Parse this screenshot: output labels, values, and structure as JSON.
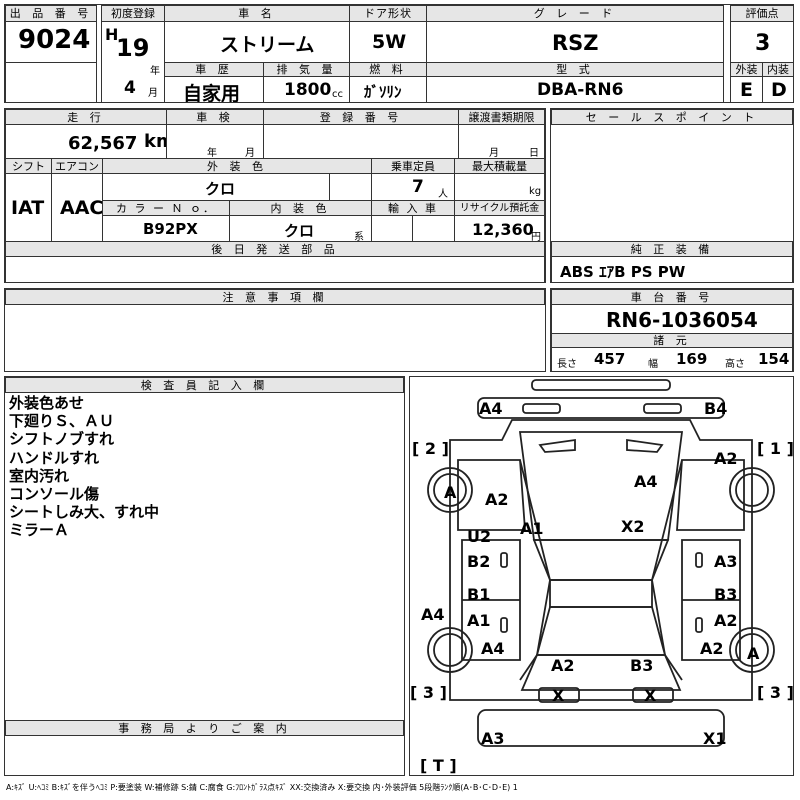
{
  "top": {
    "lot_label": "出 品 番 号",
    "lot_number": "9024",
    "first_reg_label": "初度登録",
    "era": "H",
    "year": "19",
    "year_unit": "年",
    "month": "4",
    "month_unit": "月",
    "name_label": "車 名",
    "name": "ストリーム",
    "door_label": "ドア形状",
    "door": "5W",
    "grade_label": "グ レ ー ド",
    "grade": "RSZ",
    "score_label": "評価点",
    "score": "3",
    "history_label": "車 歴",
    "history": "自家用",
    "displacement_label": "排 気 量",
    "displacement": "1800",
    "displacement_unit": "cc",
    "fuel_label": "燃 料",
    "fuel": "ｶﾞｿﾘﾝ",
    "model_label": "型 式",
    "model": "DBA-RN6",
    "ext_label": "外装",
    "ext_grade": "E",
    "int_label": "内装",
    "int_grade": "D"
  },
  "mid": {
    "mileage_label": "走 行",
    "mileage": "62,567",
    "mileage_unit": "km",
    "inspection_label": "車 検",
    "insp_year_unit": "年",
    "insp_month_unit": "月",
    "regno_label": "登 録 番 号",
    "transfer_label": "譲渡書類期限",
    "transfer_month_unit": "月",
    "transfer_day_unit": "日",
    "shift_label": "シフト",
    "shift": "IAT",
    "ac_label": "エアコン",
    "ac": "AAC",
    "ext_color_label": "外 装 色",
    "ext_color": "クロ",
    "capacity_label": "乗車定員",
    "capacity": "7",
    "capacity_unit": "人",
    "load_label": "最大積載量",
    "load_unit": "kg",
    "color_no_label": "カ ラ ー Ｎ ｏ．",
    "color_no": "B92PX",
    "int_color_label": "内 装 色",
    "int_color": "クロ",
    "int_color_unit": "系",
    "import_label": "輸 入 車",
    "recycle_label": "リサイクル預託金",
    "recycle": "12,360",
    "recycle_unit": "円",
    "shipping_label": "後 日 発 送 部 品"
  },
  "right": {
    "sales_label": "セ ー ル ス ポ イ ン ト",
    "equip_label": "純 正 装 備",
    "equip": "ABS ｴｱB PS PW",
    "chassis_label": "車 台 番 号",
    "chassis": "RN6-1036054",
    "dims_label": "諸 元",
    "length_label": "長さ",
    "length": "457",
    "width_label": "幅",
    "width": "169",
    "height_label": "高さ",
    "height": "154"
  },
  "caution_label": "注 意 事 項 欄",
  "inspector": {
    "label": "検 査 員 記 入 欄",
    "lines": [
      "外装色あせ",
      "下廻りＳ、ＡＵ",
      "シフトノブすれ",
      "ハンドルすれ",
      "室内汚れ",
      "コンソール傷",
      "シートしみ大、すれ中",
      "ミラーＡ"
    ]
  },
  "office_label": "事 務 局 よ り ご 案 内",
  "legend": "A:ｷｽﾞ U:ﾍｺﾐ B:ｷｽﾞを伴うﾍｺﾐ P:要塗装 W:補修跡 S:錆 C:腐食 G:ﾌﾛﾝﾄｶﾞﾗｽ点ｷｽﾞ XX:交換済み X:要交換 内･外装評価 5段階ﾗﾝｸ順(A･B･C･D･E) 1",
  "diagram": {
    "tires": {
      "t1": "[ 1 ]",
      "t2": "[ 2 ]",
      "t3l": "[ 3 ]",
      "t3r": "[ 3 ]",
      "t": "[ T ]"
    },
    "marks": {
      "a4_tl": "A4",
      "b4_tr": "B4",
      "a2_fr": "A2",
      "a_fl": "A",
      "a2_fl": "A2",
      "a4_hood": "A4",
      "a1_pillar": "A1",
      "x2": "X2",
      "u2": "U2",
      "b2": "B2",
      "a3_rdoor": "A3",
      "b1": "B1",
      "a1_ldoor": "A1",
      "b3": "B3",
      "a2_rrdoor": "A2",
      "a4_lside": "A4",
      "a4_lrear": "A4",
      "a2_rrear": "A2",
      "a_rr": "A",
      "a2_trunk": "A2",
      "b3_trunk": "B3",
      "x_l": "X",
      "x_r": "X",
      "a3_bumper": "A3",
      "x1_bumper": "X1"
    }
  }
}
